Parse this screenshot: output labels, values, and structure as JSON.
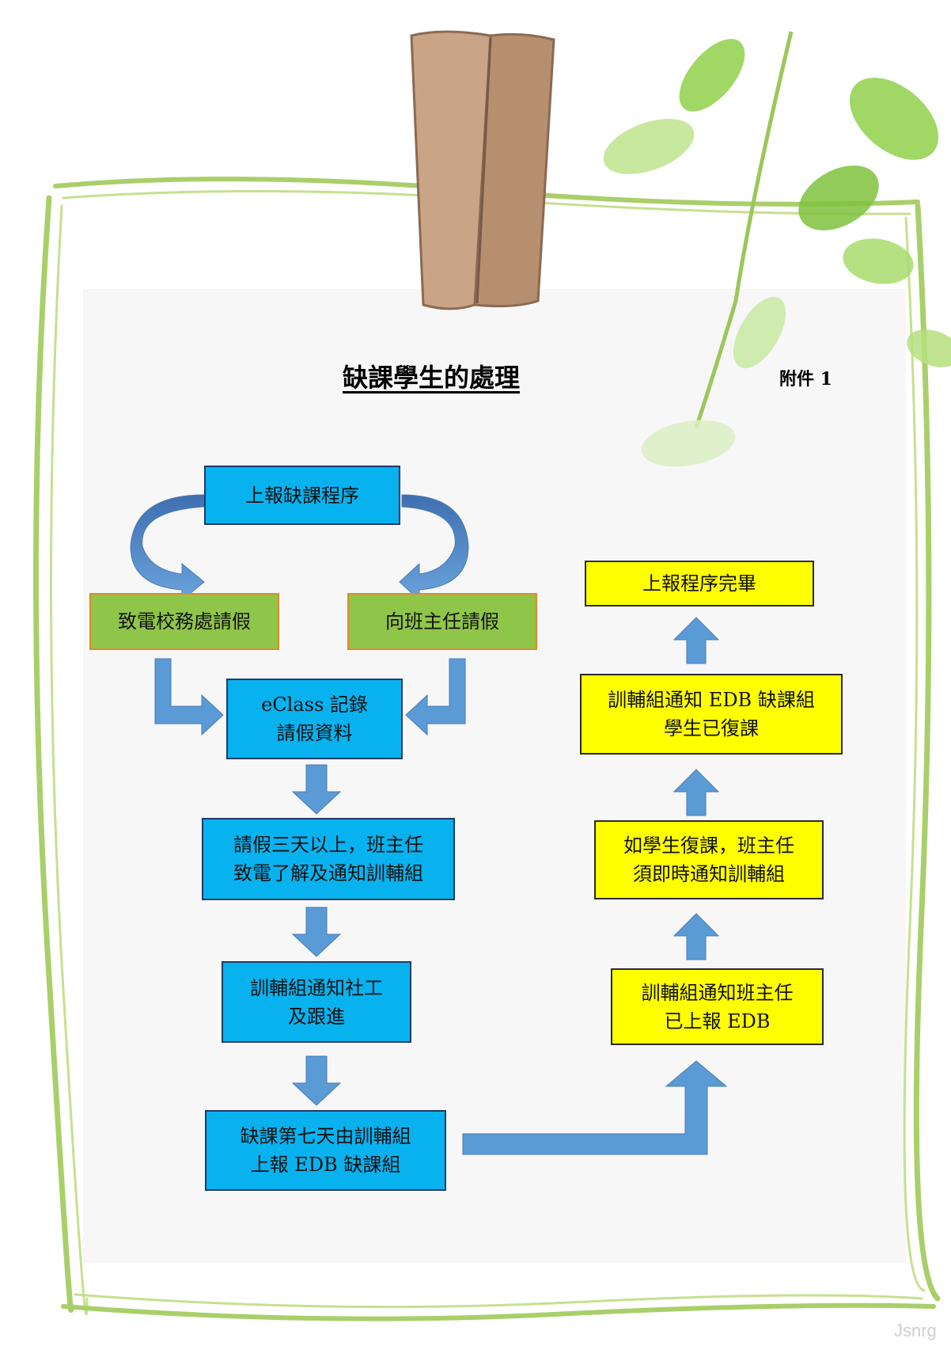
{
  "page": {
    "title": "缺課學生的處理",
    "attachment_label": "附件 1",
    "watermark": "Jsnrg"
  },
  "flow": {
    "report_procedure": "上報缺課程序",
    "call_office_leave": "致電校務處請假",
    "class_teacher_leave": "向班主任請假",
    "eclass_record": "eClass 記錄\n請假資料",
    "three_days_leave": "請假三天以上，班主任\n致電了解及通知訓輔組",
    "notify_social_worker": "訓輔組通知社工\n及跟進",
    "seventh_day_report": "缺課第七天由訓輔組\n上報 EDB 缺課組",
    "notify_class_teacher": "訓輔組通知班主任\n已上報 EDB",
    "student_returns": "如學生復課，班主任\n須即時通知訓輔組",
    "notify_edb_resumed": "訓輔組通知 EDB 缺課組\n學生已復課",
    "procedure_complete": "上報程序完畢"
  },
  "colors": {
    "blue_box": "#08b2ee",
    "green_box": "#8fc549",
    "yellow_box": "#ffff00",
    "arrow": "#5b9bd5",
    "frame_vine": "#a9cf6a"
  }
}
